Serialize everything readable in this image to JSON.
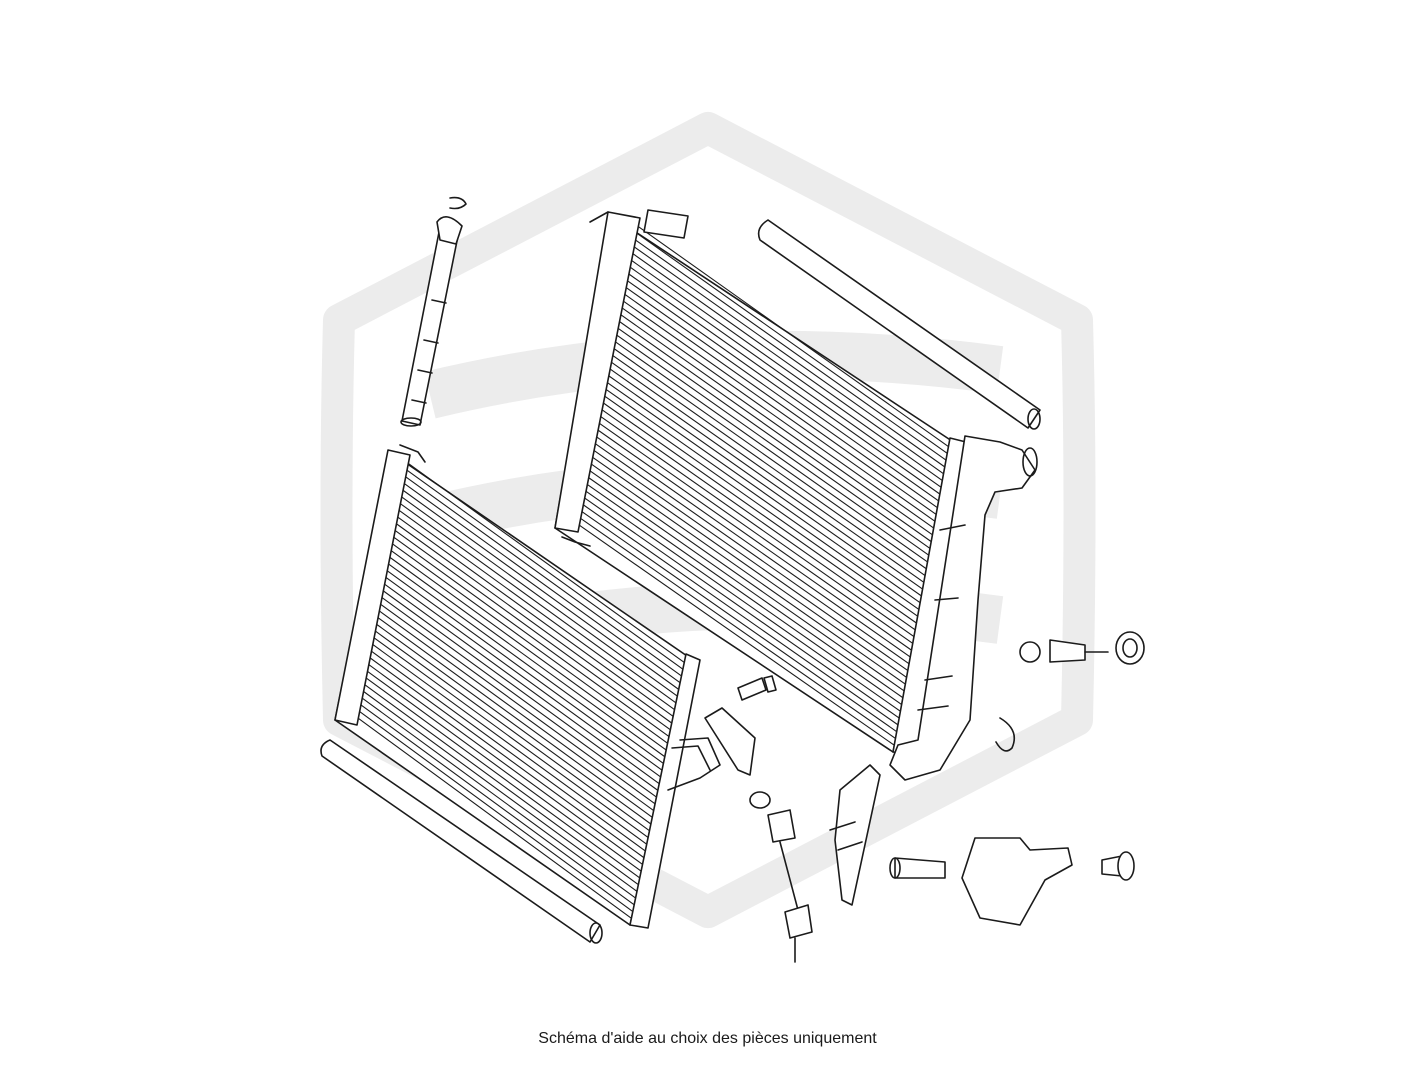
{
  "caption": "Schéma d'aide au choix des pièces uniquement",
  "colors": {
    "watermark": "#ececec",
    "line": "#1b1b1b",
    "background": "#ffffff"
  },
  "diagram": {
    "watermark_icon": "hexagon-logo-icon",
    "parts": [
      "receiver-drier-cartridge",
      "circlip",
      "condenser-front-view",
      "condenser-rear-view",
      "foam-seal-strip-upper",
      "foam-seal-strip-lower",
      "bracket-with-pipe",
      "bolt",
      "o-ring",
      "pressure-sensor",
      "sensor-connector",
      "mounting-bracket-small",
      "rubber-grommet",
      "plastic-rivet",
      "washer",
      "spring-clip",
      "mounting-bracket-large",
      "screw"
    ]
  }
}
